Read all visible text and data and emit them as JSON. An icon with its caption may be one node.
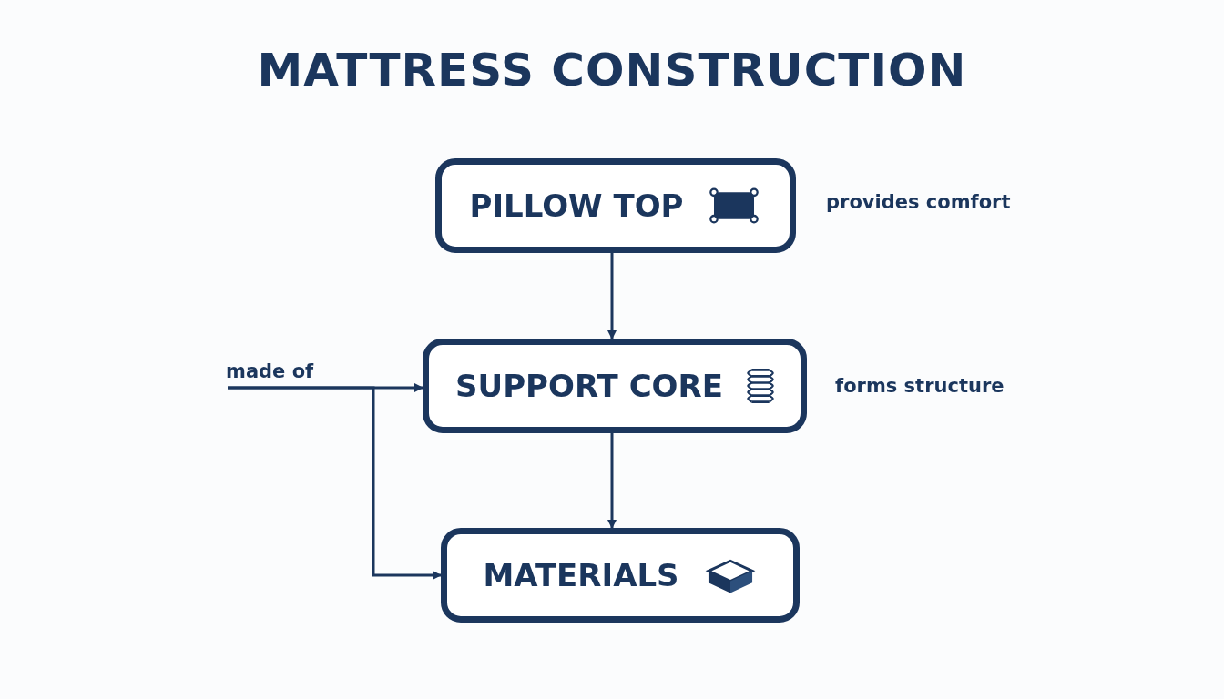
{
  "diagram": {
    "title": "MATTRESS CONSTRUCTION",
    "nodes": [
      {
        "text": [
          "PILLOW TOP"
        ],
        "beside": [
          "provides comfort"
        ]
      },
      {
        "text": [
          "SUPPORT CORE"
        ],
        "beside": [
          "forms structure"
        ]
      },
      {
        "text": [
          "MATERIALS"
        ]
      },
      {
        "text": [
          "made of"
        ]
      }
    ],
    "edges": [
      {
        "from": 0,
        "to": 1,
        "arrow": "to"
      },
      {
        "from": 1,
        "to": 2,
        "arrow": "to"
      },
      {
        "from": 3,
        "to": 1,
        "arrow": "to"
      },
      {
        "from": 3,
        "to": 2,
        "arrow": "to"
      }
    ]
  }
}
